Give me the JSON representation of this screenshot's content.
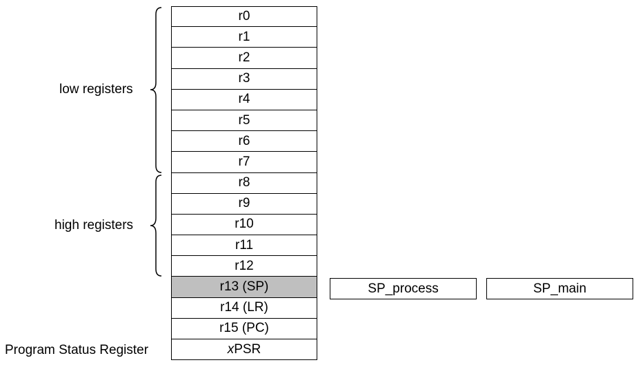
{
  "registers": [
    "r0",
    "r1",
    "r2",
    "r3",
    "r4",
    "r5",
    "r6",
    "r7",
    "r8",
    "r9",
    "r10",
    "r11",
    "r12",
    "r13 (SP)",
    "r14 (LR)",
    "r15 (PC)"
  ],
  "xpsr": {
    "prefix": "x",
    "suffix": "PSR"
  },
  "groups": {
    "low": "low registers",
    "high": "high registers",
    "psr": "Program Status Register"
  },
  "banked_sp": [
    "SP_process",
    "SP_main"
  ],
  "colors": {
    "shaded": "#bfbfbf",
    "line": "#000000"
  }
}
